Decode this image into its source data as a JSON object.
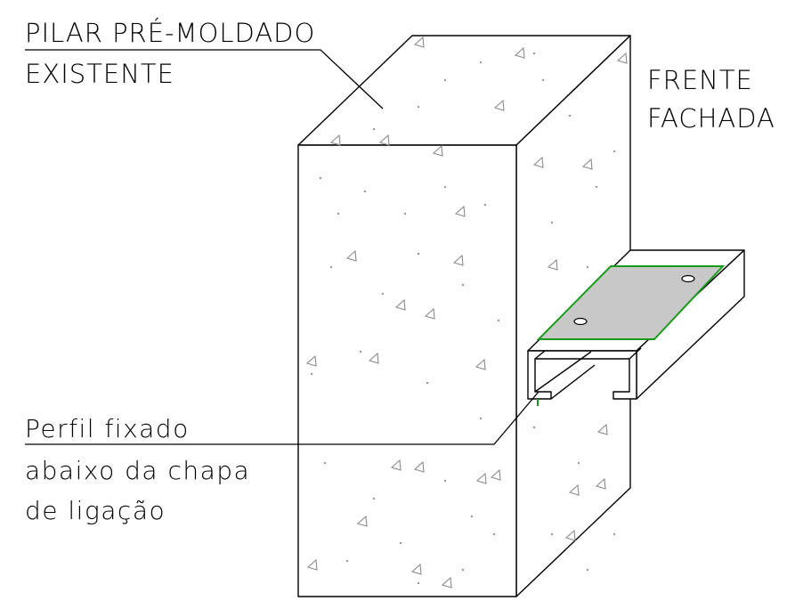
{
  "labels": {
    "pilar_line1": "PILAR PRÉ-MOLDADO",
    "pilar_line2": "EXISTENTE",
    "frente_line1": "FRENTE",
    "frente_line2": "FACHADA",
    "perfil_line1": "Perfil fixado",
    "perfil_line2": "abaixo da chapa",
    "perfil_line3": "de ligação"
  },
  "colors": {
    "plate_fill": "#c8c8c8",
    "plate_outline": "#1a9a1a",
    "concrete_texture": "#8a8a8a",
    "lines": "#000000"
  }
}
